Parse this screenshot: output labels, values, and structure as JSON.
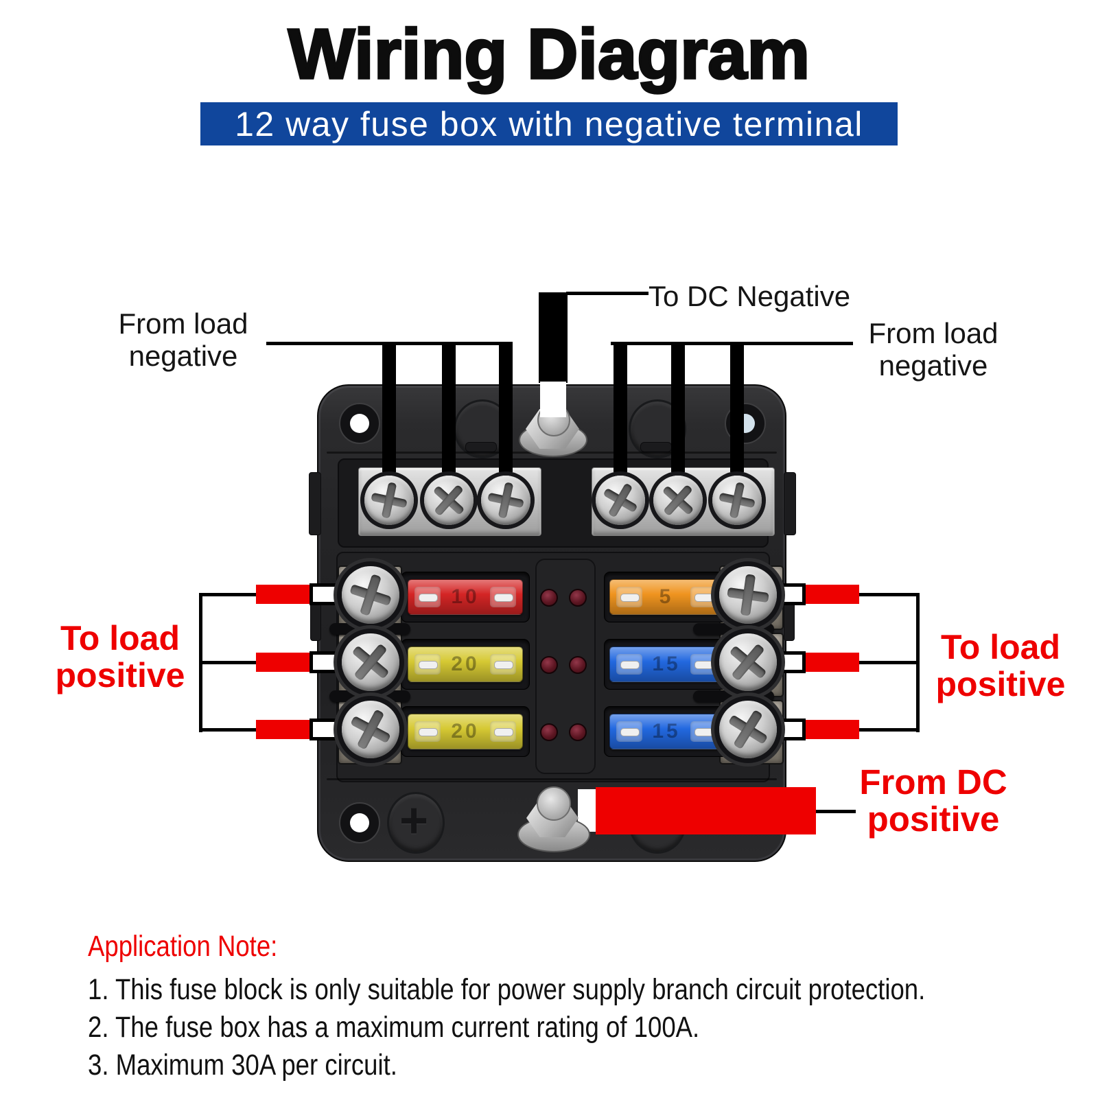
{
  "title": "Wiring Diagram",
  "banner": {
    "text": "12 way fuse box with negative terminal",
    "bg_color": "#10469c",
    "text_color": "#ffffff"
  },
  "labels": {
    "to_dc_negative": "To DC Negative",
    "from_load_negative_left": {
      "line1": "From load",
      "line2": "negative"
    },
    "from_load_negative_right": {
      "line1": "From load",
      "line2": "negative"
    },
    "to_load_positive_left": {
      "line1": "To load",
      "line2": "positive"
    },
    "to_load_positive_right": {
      "line1": "To load",
      "line2": "positive"
    },
    "from_dc_positive": {
      "line1": "From DC",
      "line2": "positive"
    }
  },
  "colors": {
    "label_red": "#ee0000",
    "wire_red": "#ee0000",
    "wire_black": "#000000",
    "banner_blue": "#10469c",
    "case_black": "#232325",
    "bus_silver": "#c9c9c9",
    "led_dark_red": "#5c1622"
  },
  "fuse_box": {
    "plus_marking": "+",
    "rows": [
      {
        "left_fuse": {
          "amp": "10",
          "color_name": "red",
          "color": "#d42525"
        },
        "right_fuse": {
          "amp": "5",
          "color_name": "orange",
          "color": "#ef941f"
        }
      },
      {
        "left_fuse": {
          "amp": "20",
          "color_name": "yellow",
          "color": "#d6c933"
        },
        "right_fuse": {
          "amp": "15",
          "color_name": "blue",
          "color": "#2268e0"
        }
      },
      {
        "left_fuse": {
          "amp": "20",
          "color_name": "yellow",
          "color": "#d6c933"
        },
        "right_fuse": {
          "amp": "15",
          "color_name": "blue",
          "color": "#2268e0"
        }
      }
    ]
  },
  "application_note": {
    "heading": "Application Note:",
    "items": [
      "1. This fuse block is only suitable for power supply branch circuit protection.",
      "2. The fuse box has a maximum current rating of 100A.",
      "3. Maximum 30A per circuit."
    ]
  }
}
